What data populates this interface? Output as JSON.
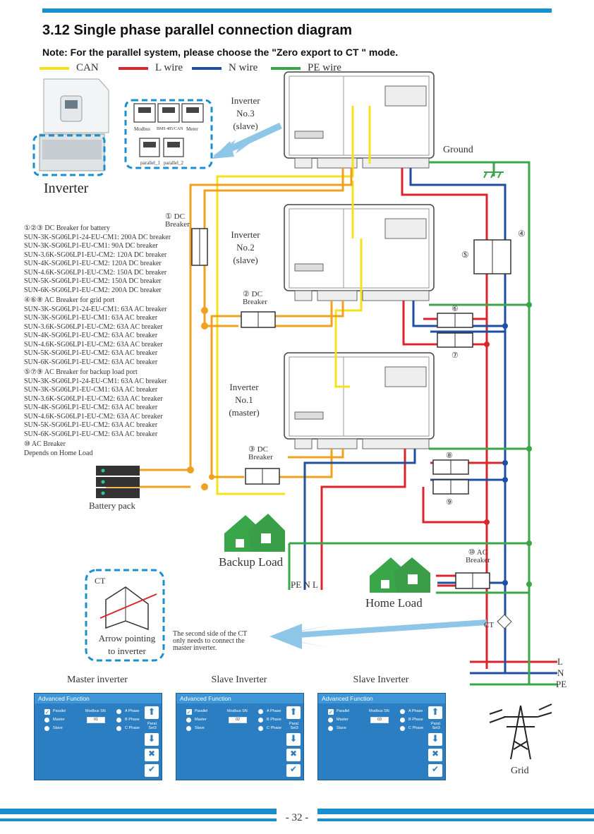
{
  "title": "3.12 Single phase parallel connection diagram",
  "note": "Note: For the parallel system, please choose the \"Zero export to CT \" mode.",
  "legend": [
    {
      "label": "CAN",
      "color": "#f7e11b"
    },
    {
      "label": "L wire",
      "color": "#d8262c"
    },
    {
      "label": "N wire",
      "color": "#1d4fa3"
    },
    {
      "label": "PE wire",
      "color": "#3aa64a"
    }
  ],
  "colors": {
    "dc": "#f0a020",
    "can": "#f7e11b",
    "L": "#d8262c",
    "N": "#1d4fa3",
    "PE": "#3aa64a",
    "accent": "#1a8fd0"
  },
  "inverter_label": "Inverter",
  "ports": {
    "modbus": "Modbus",
    "bms": "BMS 485/CAN",
    "meter": "Meter",
    "p1": "parallel_1",
    "p2": "parallel_2"
  },
  "inv3": {
    "line1": "Inverter",
    "line2": "No.3",
    "line3": "(slave)"
  },
  "inv2": {
    "line1": "Inverter",
    "line2": "No.2",
    "line3": "(slave)"
  },
  "inv1": {
    "line1": "Inverter",
    "line2": "No.1",
    "line3": "(master)"
  },
  "ground": "Ground",
  "dc1": {
    "num": "①",
    "line1": "DC",
    "line2": "Breaker"
  },
  "dc2": {
    "num": "②",
    "line1": "DC",
    "line2": "Breaker"
  },
  "dc3": {
    "num": "③",
    "line1": "DC",
    "line2": "Breaker"
  },
  "breaker_spec": [
    "①②③ DC Breaker for battery",
    "SUN-3K-SG06LP1-24-EU-CM1: 200A DC breaker",
    "SUN-3K-SG06LP1-EU-CM1: 90A DC breaker",
    "SUN-3.6K-SG06LP1-EU-CM2: 120A DC breaker",
    "SUN-4K-SG06LP1-EU-CM2: 120A DC breaker",
    "SUN-4.6K-SG06LP1-EU-CM2: 150A DC breaker",
    "SUN-5K-SG06LP1-EU-CM2: 150A DC breaker",
    "SUN-6K-SG06LP1-EU-CM2: 200A DC breaker",
    "④⑥⑧ AC Breaker for grid port",
    "SUN-3K-SG06LP1-24-EU-CM1: 63A AC breaker",
    "SUN-3K-SG06LP1-EU-CM1: 63A AC breaker",
    "SUN-3.6K-SG06LP1-EU-CM2: 63A AC breaker",
    "SUN-4K-SG06LP1-EU-CM2: 63A AC breaker",
    "SUN-4.6K-SG06LP1-EU-CM2: 63A AC breaker",
    "SUN-5K-SG06LP1-EU-CM2: 63A AC breaker",
    "SUN-6K-SG06LP1-EU-CM2: 63A AC breaker",
    "⑤⑦⑨ AC Breaker for backup load port",
    "SUN-3K-SG06LP1-24-EU-CM1: 63A AC breaker",
    "SUN-3K-SG06LP1-EU-CM1: 63A AC breaker",
    "SUN-3.6K-SG06LP1-EU-CM2: 63A AC breaker",
    "SUN-4K-SG06LP1-EU-CM2: 63A AC breaker",
    "SUN-4.6K-SG06LP1-EU-CM2: 63A AC breaker",
    "SUN-5K-SG06LP1-EU-CM2: 63A AC breaker",
    "SUN-6K-SG06LP1-EU-CM2: 63A AC breaker",
    "⑩ AC Breaker",
    "Depends on Home Load"
  ],
  "markers": {
    "m4": "④",
    "m5": "⑤",
    "m6": "⑥",
    "m7": "⑦",
    "m8": "⑧",
    "m9": "⑨"
  },
  "battery": "Battery pack",
  "backup": "Backup Load",
  "pe_n_l": "PE N  L",
  "home": "Home Load",
  "ac10": {
    "num": "⑩",
    "line1": "AC",
    "line2": "Breaker"
  },
  "ct": {
    "label": "CT",
    "arrow_line1": "Arrow pointing",
    "arrow_line2": "to inverter",
    "ct2": "CT"
  },
  "ct_note": [
    "The second side of the CT",
    "only needs to  connect the",
    "master inverter."
  ],
  "grid_lines": {
    "L": "L",
    "N": "N",
    "PE": "PE"
  },
  "grid": "Grid",
  "panels": [
    {
      "caption": "Master inverter",
      "header": "Advanced Function",
      "parallel": "Parallel",
      "master": "Master",
      "slave": "Slave",
      "modbus_sn": "Modbus SN",
      "sn": "01",
      "a": "A Phase",
      "b": "B Phase",
      "c": "C Phase",
      "set": "Paral.",
      "set2": "Set3"
    },
    {
      "caption": "Slave Inverter",
      "header": "Advanced Function",
      "parallel": "Parallel",
      "master": "Master",
      "slave": "Slave",
      "modbus_sn": "Modbus SN",
      "sn": "02",
      "a": "A Phase",
      "b": "B Phase",
      "c": "C Phase",
      "set": "Paral.",
      "set2": "Set3"
    },
    {
      "caption": "Slave Inverter",
      "header": "Advanced Function",
      "parallel": "Parallel",
      "master": "Master",
      "slave": "Slave",
      "modbus_sn": "Modbus SN",
      "sn": "03",
      "a": "A Phase",
      "b": "B Phase",
      "c": "C Phase",
      "set": "Paral.",
      "set2": "Set3"
    }
  ],
  "page": "- 32 -"
}
